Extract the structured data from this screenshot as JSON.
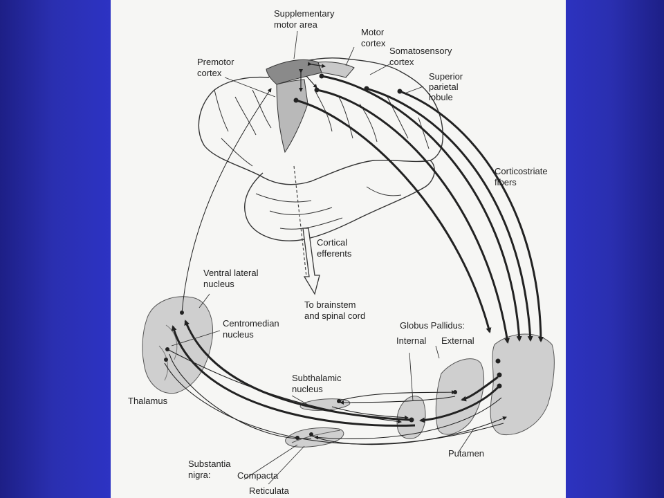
{
  "labels": {
    "supplementary": [
      "Supplementary",
      "motor area"
    ],
    "motor": [
      "Motor",
      "cortex"
    ],
    "somatosensory": [
      "Somatosensory",
      "cortex"
    ],
    "superior": [
      "Superior",
      "parietal",
      "lobule"
    ],
    "premotor": [
      "Premotor",
      "cortex"
    ],
    "corticostriate": [
      "Corticostriate",
      "fibers"
    ],
    "efferents": [
      "Cortical",
      "efferents"
    ],
    "brainstem": [
      "To brainstem",
      "and spinal cord"
    ],
    "ventral": [
      "Ventral lateral",
      "nucleus"
    ],
    "centromedian": [
      "Centromedian",
      "nucleus"
    ],
    "globus": "Globus Pallidus:",
    "internal": "Internal",
    "external": "External",
    "subthalamic": [
      "Subthalamic",
      "nucleus"
    ],
    "thalamus": "Thalamus",
    "putamen": "Putamen",
    "substantia": [
      "Substantia",
      "nigra:"
    ],
    "compacta": "Compacta",
    "reticulata": "Reticulata"
  },
  "colors": {
    "background_blue": "#2d33c4",
    "panel": "#f6f6f4",
    "ink": "#222222",
    "region_gray": "#cfcfcf"
  }
}
